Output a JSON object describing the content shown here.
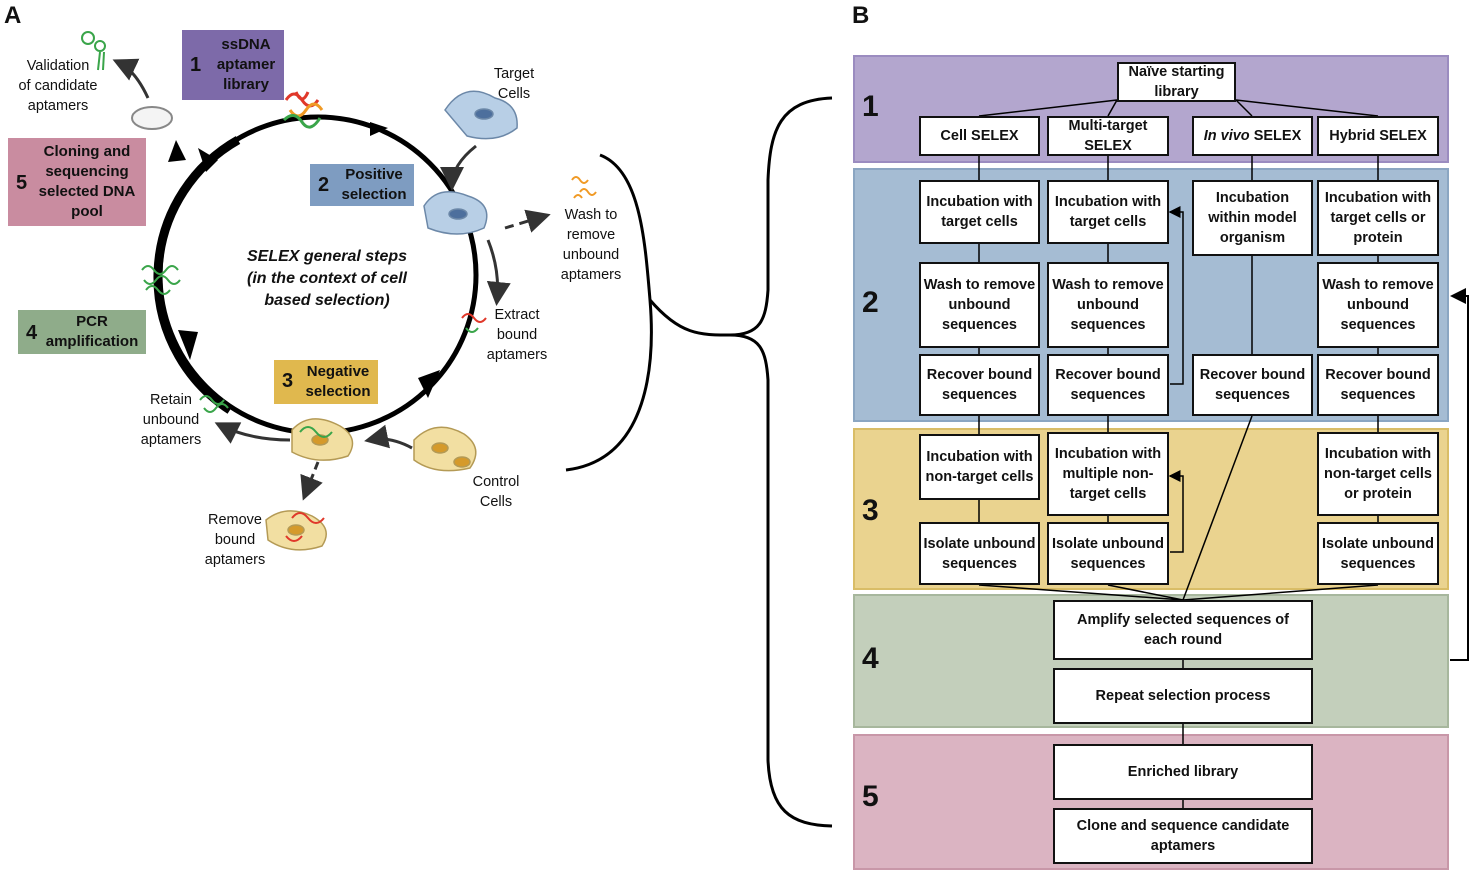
{
  "panel_a": {
    "letter": "A",
    "center_title": [
      "SELEX general steps",
      "(in the context of cell",
      "based selection)"
    ],
    "steps": [
      {
        "num": "1",
        "label": [
          "ssDNA",
          "aptamer",
          "library"
        ],
        "color": "#7d6aa9"
      },
      {
        "num": "2",
        "label": [
          "Positive",
          "selection"
        ],
        "color": "#7e9cc1"
      },
      {
        "num": "3",
        "label": [
          "Negative",
          "selection"
        ],
        "color": "#e0b84e"
      },
      {
        "num": "4",
        "label": [
          "PCR",
          "amplification"
        ],
        "color": "#8fac8a"
      },
      {
        "num": "5",
        "label": [
          "Cloning and",
          "sequencing",
          "selected DNA",
          "pool"
        ],
        "color": "#c98ca0"
      }
    ],
    "labels": {
      "validation": [
        "Validation",
        "of candidate",
        "aptamers"
      ],
      "target_cells": [
        "Target",
        "Cells"
      ],
      "wash": [
        "Wash to",
        "remove",
        "unbound",
        "aptamers"
      ],
      "extract": [
        "Extract",
        "bound",
        "aptamers"
      ],
      "control": [
        "Control",
        "Cells"
      ],
      "remove": [
        "Remove",
        "bound",
        "aptamers"
      ],
      "retain": [
        "Retain",
        "unbound",
        "aptamers"
      ]
    }
  },
  "panel_b": {
    "letter": "B",
    "bands": [
      {
        "num": "1",
        "color": "#b3a6ce",
        "border": "#9b8cc0"
      },
      {
        "num": "2",
        "color": "#a5bcd3",
        "border": "#8ba6c2"
      },
      {
        "num": "3",
        "color": "#ead38f",
        "border": "#d9bd67"
      },
      {
        "num": "4",
        "color": "#c3cfbb",
        "border": "#a7b79d"
      },
      {
        "num": "5",
        "color": "#dbb4c2",
        "border": "#c897a8"
      }
    ],
    "boxes": {
      "naive": "Naïve starting library",
      "cell_selex": "Cell SELEX",
      "multi_selex": "Multi-target SELEX",
      "invivo_italic": "In vivo",
      "invivo_rest": " SELEX",
      "hybrid_selex": "Hybrid SELEX",
      "c1_inc": "Incubation with target cells",
      "c1_wash": "Wash to remove unbound sequences",
      "c1_rec": "Recover bound sequences",
      "c1_neg": "Incubation with non-target cells",
      "c1_iso": "Isolate unbound sequences",
      "c2_inc": "Incubation with target cells",
      "c2_wash": "Wash to remove unbound sequences",
      "c2_rec": "Recover bound sequences",
      "c2_neg": "Incubation with multiple non-target cells",
      "c2_iso": "Isolate unbound sequences",
      "c3_inc": "Incubation within model organism",
      "c3_rec": "Recover bound sequences",
      "c4_inc": "Incubation with target cells or protein",
      "c4_wash": "Wash to remove unbound sequences",
      "c4_rec": "Recover bound sequences",
      "c4_neg": "Incubation with non-target cells or protein",
      "c4_iso": "Isolate unbound sequences",
      "amplify": "Amplify selected sequences of each round",
      "repeat": "Repeat selection process",
      "enriched": "Enriched library",
      "clone": "Clone and sequence candidate aptamers"
    }
  }
}
